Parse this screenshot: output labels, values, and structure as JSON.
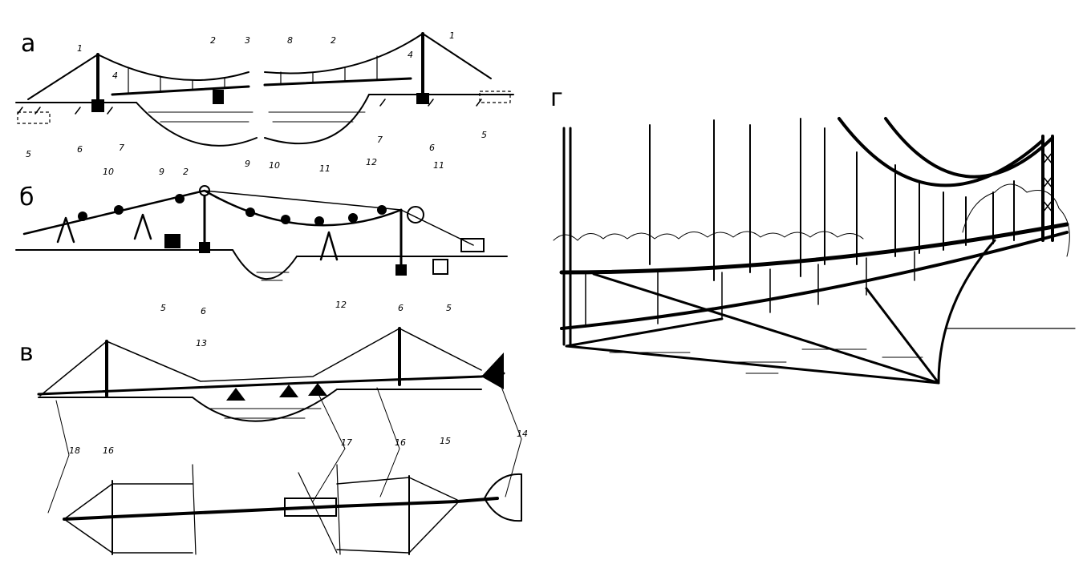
{
  "panels": {
    "a": {
      "letter": "а",
      "labels": [
        "1",
        "2",
        "3",
        "4",
        "2",
        "1",
        "4",
        "5",
        "6",
        "7",
        "8",
        "9",
        "7",
        "6",
        "5"
      ]
    },
    "b": {
      "letter": "б",
      "labels": [
        "10",
        "9",
        "2",
        "10",
        "11",
        "12",
        "11",
        "5",
        "6",
        "12",
        "6",
        "5"
      ]
    },
    "v": {
      "letter": "в",
      "labels": [
        "13",
        "17",
        "16",
        "15",
        "14",
        "18",
        "16"
      ]
    },
    "g": {
      "letter": "г"
    }
  }
}
